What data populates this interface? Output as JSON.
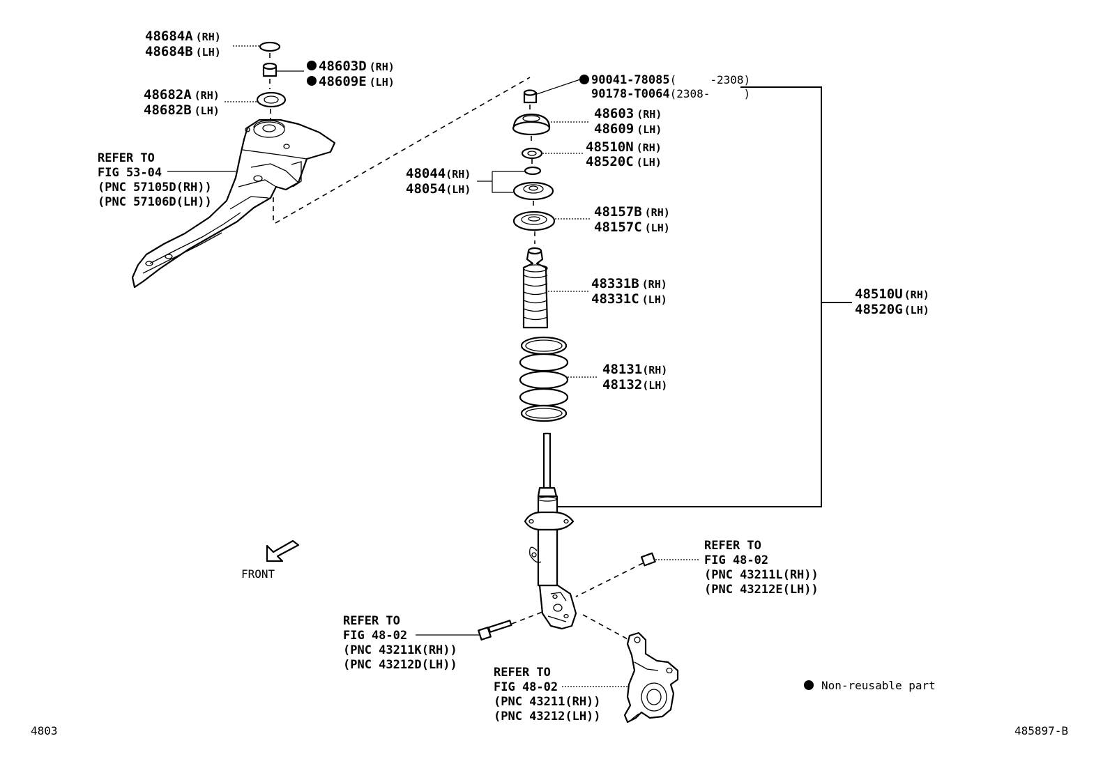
{
  "labels": {
    "p48684A": "48684A",
    "p48684B": "48684B",
    "p48603D": "48603D",
    "p48609E": "48609E",
    "p48682A": "48682A",
    "p48682B": "48682B",
    "p90041": "90041-78085",
    "p90041_range": "(     -2308)",
    "p90178": "90178-T0064",
    "p90178_range": "(2308-     )",
    "p48603": "48603",
    "p48609": "48609",
    "p48510N": "48510N",
    "p48520C": "48520C",
    "p48044": "48044",
    "p48054": "48054",
    "p48157B": "48157B",
    "p48157C": "48157C",
    "p48331B": "48331B",
    "p48331C": "48331C",
    "p48131": "48131",
    "p48132": "48132",
    "p48510U": "48510U",
    "p48520G": "48520G",
    "rh": "(RH)",
    "lh": "(LH)"
  },
  "refs": {
    "body": {
      "l1": "REFER TO",
      "l2": "FIG 53-04",
      "l3": "(PNC 57105D(RH))",
      "l4": "(PNC 57106D(LH))"
    },
    "nut": {
      "l1": "REFER TO",
      "l2": "FIG 48-02",
      "l3": "(PNC 43211L(RH))",
      "l4": "(PNC 43212E(LH))"
    },
    "bolt": {
      "l1": "REFER TO",
      "l2": "FIG 48-02",
      "l3": "(PNC 43211K(RH))",
      "l4": "(PNC 43212D(LH))"
    },
    "knuckle": {
      "l1": "REFER TO",
      "l2": "FIG 48-02",
      "l3": "(PNC 43211(RH))",
      "l4": "(PNC 43212(LH))"
    }
  },
  "front_label": "FRONT",
  "legend": {
    "text": "Non-reusable part"
  },
  "figure_code": "4803",
  "illustration_code": "485897-B"
}
